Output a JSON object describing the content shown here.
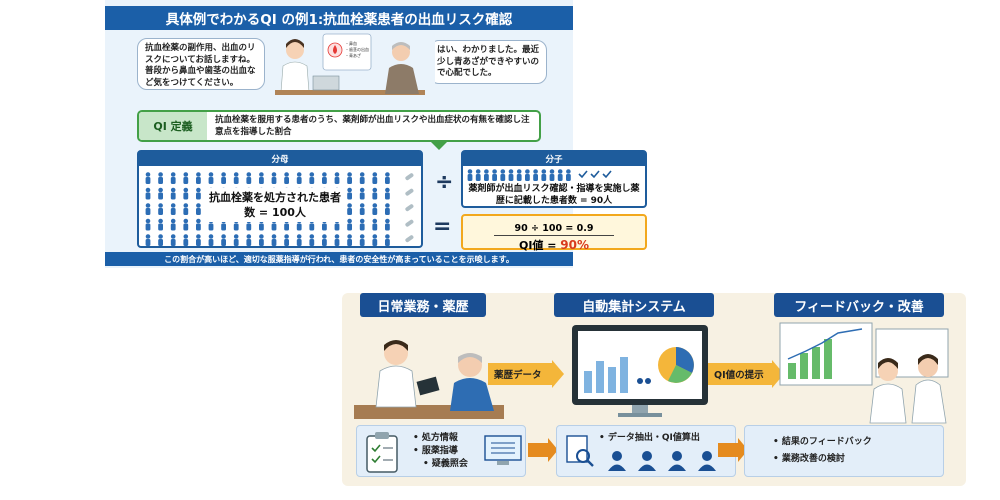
{
  "panel1": {
    "title": "具体例でわかるQI の例1:抗血栓薬患者の出血リスク確認",
    "bubble_left": "抗血栓薬の副作用、出血のリスクについてお話しますね。普段から鼻血や歯茎の出血など気をつけてください。",
    "bubble_right": "はい、わかりました。最近少し青あざができやすいので心配でした。",
    "poster_items": [
      "・鼻血",
      "・歯茎の出血",
      "・青あざ"
    ],
    "qi_tag": "QI 定義",
    "qi_definition": "抗血栓薬を服用する患者のうち、薬剤師が出血リスクや出血症状の有無を確認し注意点を指導した割合",
    "denominator_header": "分母",
    "denominator_label": "抗血栓薬を処方された患者数 = 100人",
    "numerator_header": "分子",
    "numerator_label": "薬剤師が出血リスク確認・指導を実施し薬歴に記載した患者数 = 90人",
    "divide_symbol": "÷",
    "equals_symbol": "=",
    "formula": "90 ÷ 100 = 0.9",
    "qi_value_label": "QI値 = ",
    "qi_value": "90%",
    "footer": "この割合が高いほど、適切な服薬指導が行われ、患者の安全性が高まっていることを示唆します。"
  },
  "panel2": {
    "col1_header": "日常業務・薬歴",
    "col2_header": "自動集計システム",
    "col3_header": "フィードバック・改善",
    "arrow1_label": "薬歴データ",
    "arrow2_label": "QI値の提示",
    "col1_items": [
      "処方情報",
      "服薬指導",
      "疑義照会"
    ],
    "col2_items": [
      "データ抽出・QI値算出"
    ],
    "col3_items": [
      "結果のフィードバック",
      "業務改善の検討"
    ]
  },
  "colors": {
    "navy": "#1b5fa8",
    "green": "#43a047",
    "orange": "#f4b63a",
    "result_red": "#d93a1c"
  }
}
